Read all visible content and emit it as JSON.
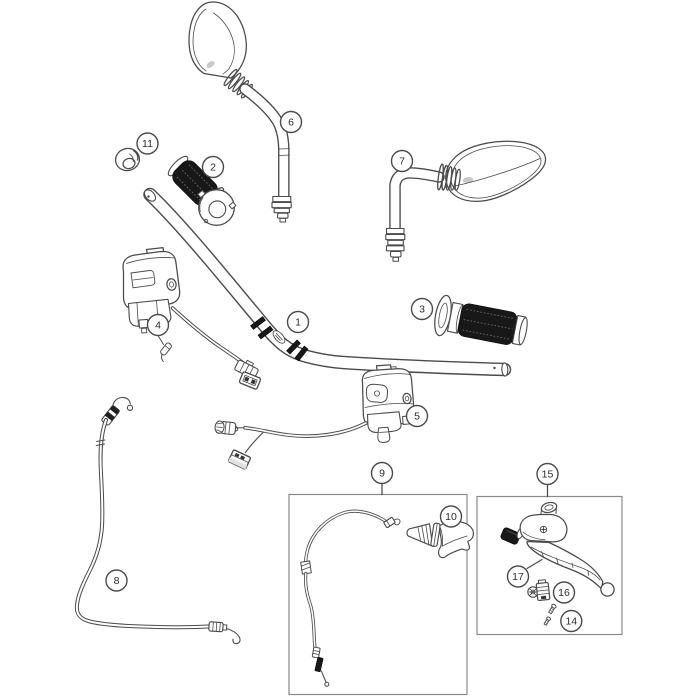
{
  "style": {
    "background": "#ffffff",
    "line": "#4a4a4a",
    "black": "#181818",
    "box_border": "#8a8a8a",
    "callout_text": "#2b2b2b"
  },
  "callouts": [
    {
      "label": "1",
      "part": "handlebar"
    },
    {
      "label": "2",
      "part": "grip-left"
    },
    {
      "label": "3",
      "part": "throttle-grip-right"
    },
    {
      "label": "4",
      "part": "switch-assembly-left"
    },
    {
      "label": "5",
      "part": "switch-assembly-right"
    },
    {
      "label": "6",
      "part": "rear-view-mirror-left"
    },
    {
      "label": "7",
      "part": "rear-view-mirror-right"
    },
    {
      "label": "8",
      "part": "clutch-cable"
    },
    {
      "label": "9",
      "part": "throttle-cable-kit"
    },
    {
      "label": "10",
      "part": "throttle-cable-guide"
    },
    {
      "label": "11",
      "part": "handlebar-bushing"
    },
    {
      "label": "14",
      "part": "screw-set"
    },
    {
      "label": "15",
      "part": "clutch-lever-assembly-kit"
    },
    {
      "label": "16",
      "part": "cable-adjuster"
    },
    {
      "label": "17",
      "part": "clutch-lever"
    }
  ]
}
